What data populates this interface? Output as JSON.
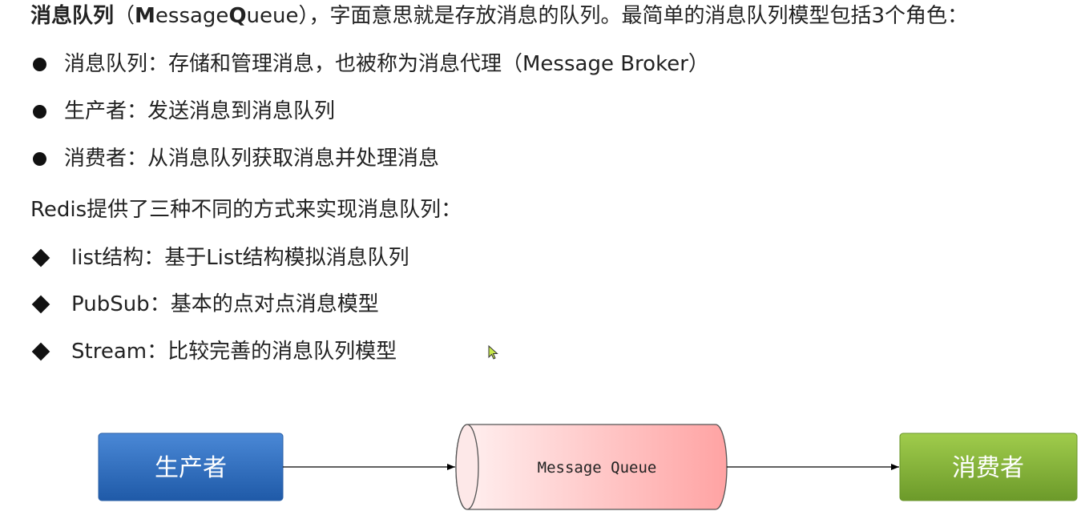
{
  "intro": {
    "term": "消息队列",
    "paren_open": "（",
    "m_letter": "M",
    "word1_rest": "essage ",
    "q_letter": "Q",
    "word2_rest": "ueue",
    "rest": "），字面意思就是存放消息的队列。最简单的消息队列模型包括3个角色："
  },
  "roles": [
    "消息队列：存储和管理消息，也被称为消息代理（Message Broker）",
    "生产者：发送消息到消息队列",
    "消费者：从消息队列获取消息并处理消息"
  ],
  "redis_intro": "Redis提供了三种不同的方式来实现消息队列：",
  "methods": [
    "list结构：基于List结构模拟消息队列",
    "PubSub：基本的点对点消息模型",
    "Stream：比较完善的消息队列模型"
  ],
  "diagram": {
    "producer_label": "生产者",
    "queue_label": "Message Queue",
    "consumer_label": "消费者"
  },
  "colors": {
    "producer": "#2f6bbf",
    "queue": "#ffb3b3",
    "consumer": "#86b33a",
    "cursor": "#c8e84a"
  },
  "icons": {
    "cursor": "mouse-pointer-icon"
  }
}
